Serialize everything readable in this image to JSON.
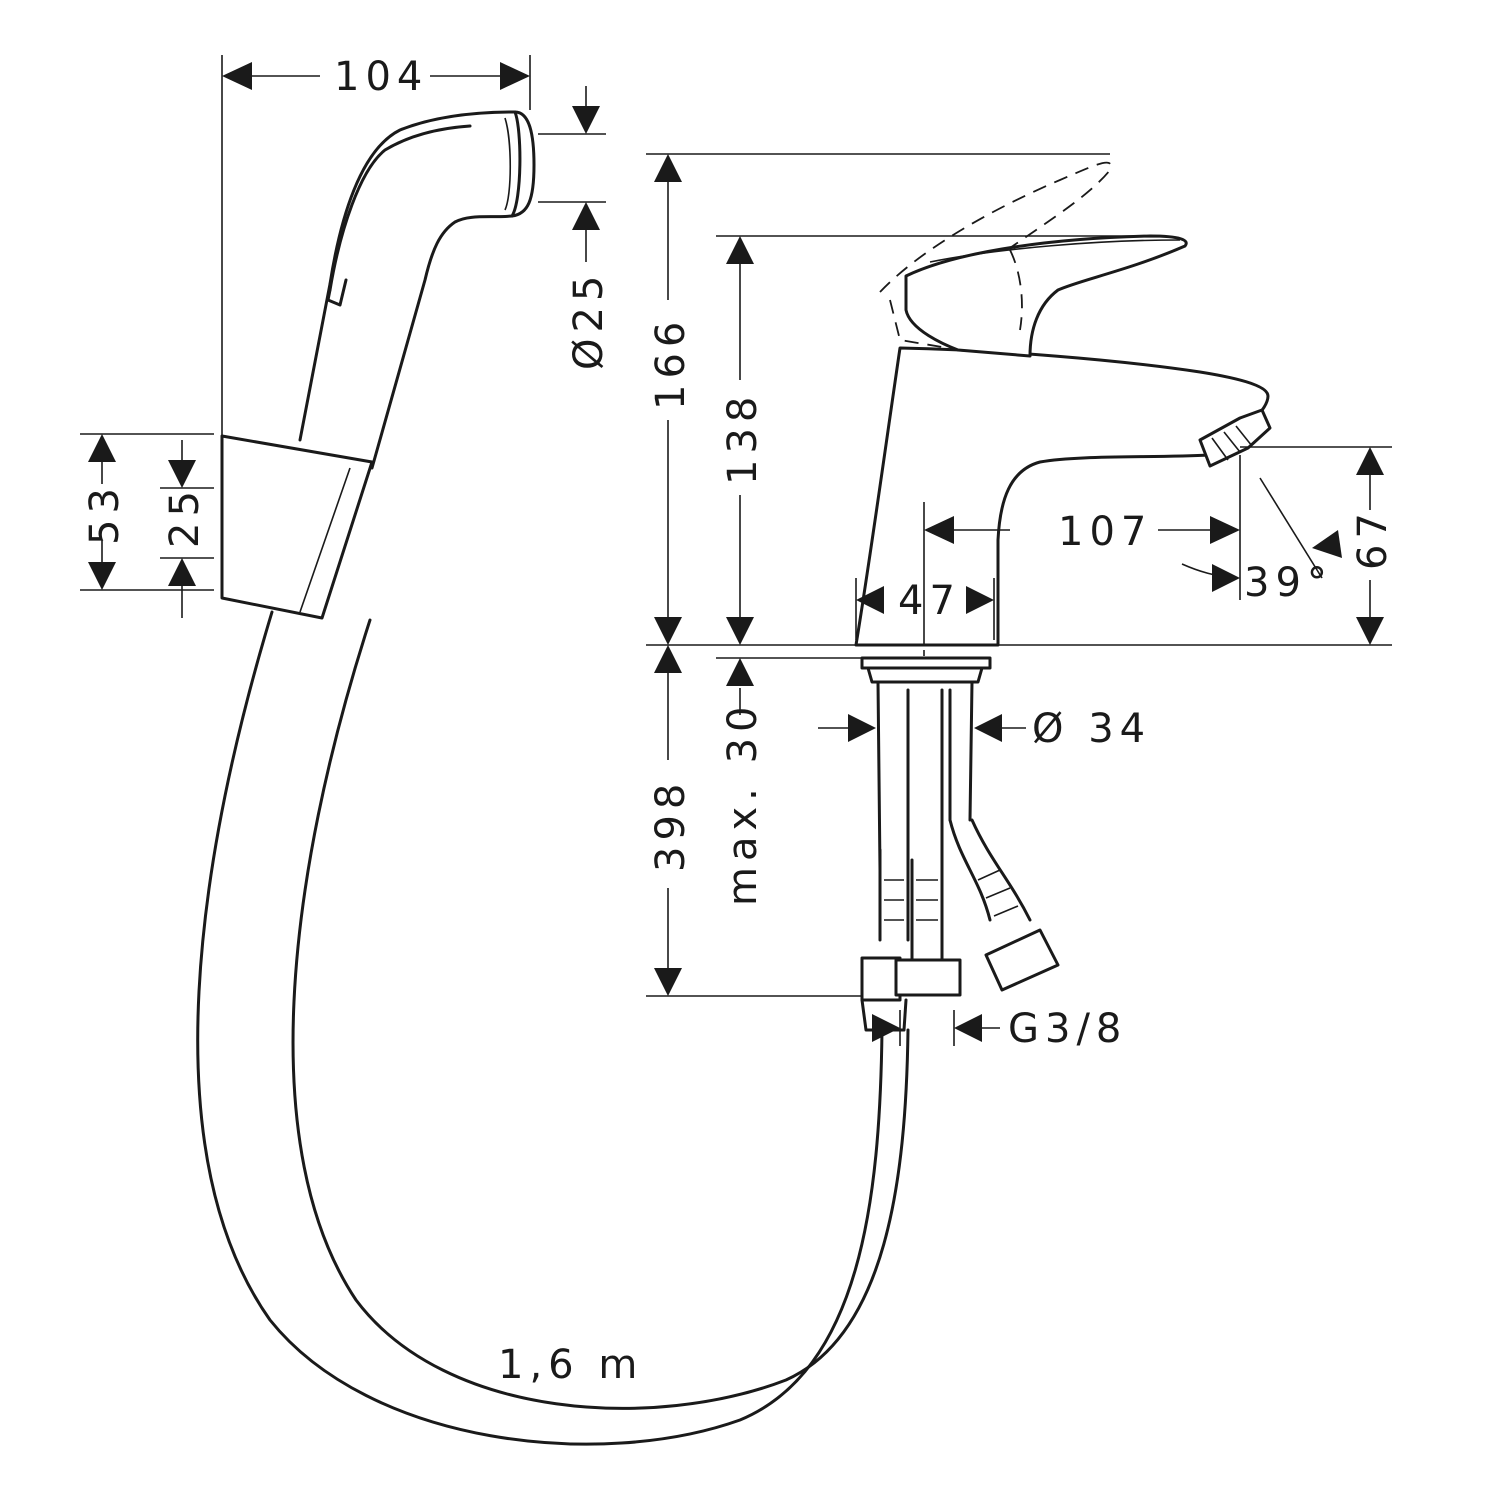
{
  "dimensions": {
    "spray_width": "104",
    "spray_diameter": "Ø25",
    "holder_height": "53",
    "holder_inner": "25",
    "tap_height_max": "166",
    "tap_height": "138",
    "spout_reach": "107",
    "base_diameter": "47",
    "spout_height": "67",
    "spout_angle": "39°",
    "shank_diameter": "Ø 34",
    "supply_length": "398",
    "max_thickness": "max. 30",
    "connection_thread": "G3/8",
    "hose_length": "1,6 m"
  }
}
